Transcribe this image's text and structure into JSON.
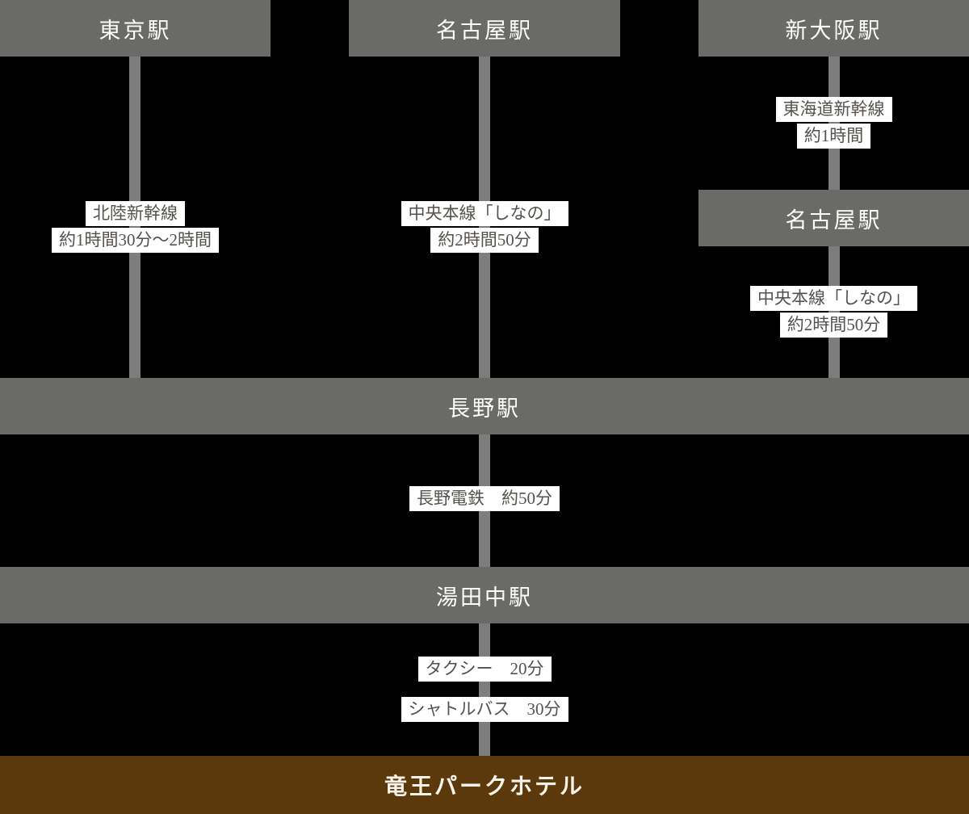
{
  "colors": {
    "background": "#000000",
    "station_box": "#6a6a67",
    "connector_line": "#7d7d7d",
    "station_text": "#ffffff",
    "label_bg": "#ffffff",
    "label_text": "#55524e",
    "hotel_bar": "#5c390d",
    "hotel_text": "#f8f3e8"
  },
  "origin_columns": [
    {
      "station": "東京駅",
      "segments": [
        {
          "line1": "北陸新幹線",
          "line2": "約1時間30分〜2時間"
        }
      ]
    },
    {
      "station": "名古屋駅",
      "segments": [
        {
          "line1": "中央本線「しなの」",
          "line2": "約2時間50分"
        }
      ]
    },
    {
      "station": "新大阪駅",
      "mid_station": "名古屋駅",
      "segments": [
        {
          "line1": "東海道新幹線",
          "line2": "約1時間"
        },
        {
          "line1": "中央本線「しなの」",
          "line2": "約2時間50分"
        }
      ]
    }
  ],
  "stops": {
    "nagano": "長野駅",
    "yudanaka": "湯田中駅"
  },
  "local_segments": {
    "dentetsu": "長野電鉄　約50分",
    "taxi": "タクシー　20分",
    "shuttle": "シャトルバス　30分"
  },
  "hotel": "竜王パークホテル"
}
